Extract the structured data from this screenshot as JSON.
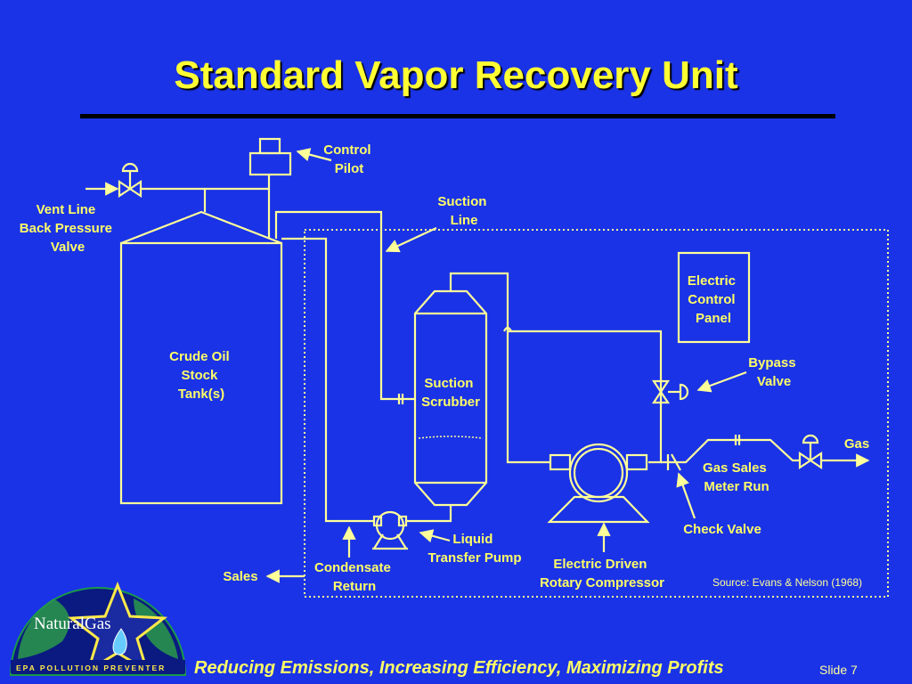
{
  "slide": {
    "title": "Standard Vapor Recovery Unit",
    "footer": "Reducing Emissions, Increasing Efficiency, Maximizing Profits",
    "slide_number": "Slide 7"
  },
  "logo": {
    "text": "NaturalGas",
    "tagline": "EPA  POLLUTION PREVENTER"
  },
  "diagram": {
    "labels": {
      "control_pilot": [
        "Control",
        "Pilot"
      ],
      "vent_line": [
        "Vent Line",
        "Back Pressure",
        "Valve"
      ],
      "suction_line": [
        "Suction",
        "Line"
      ],
      "crude_tank": [
        "Crude Oil",
        "Stock",
        "Tank(s)"
      ],
      "suction_scrubber": [
        "Suction",
        "Scrubber"
      ],
      "electric_panel": [
        "Electric",
        "Control",
        "Panel"
      ],
      "bypass_valve": [
        "Bypass",
        "Valve"
      ],
      "gas": "Gas",
      "gas_sales_meter": [
        "Gas Sales",
        "Meter Run"
      ],
      "check_valve": "Check Valve",
      "liquid_pump": [
        "Liquid",
        "Transfer Pump"
      ],
      "compressor": [
        "Electric Driven",
        "Rotary Compressor"
      ],
      "condensate": [
        "Condensate",
        "Return"
      ],
      "sales": "Sales"
    },
    "source": "Source: Evans & Nelson (1968)"
  },
  "colors": {
    "background": "#1a33e6",
    "title": "#ffff33",
    "line": "#ffff99",
    "label": "#ffff66"
  }
}
